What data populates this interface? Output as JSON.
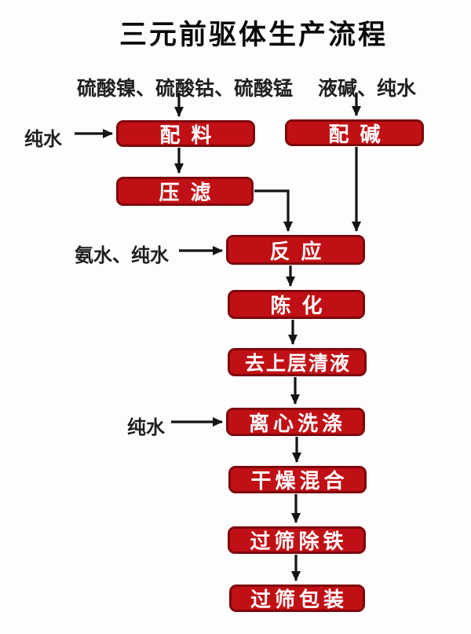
{
  "title": "三元前驱体生产流程",
  "colors": {
    "background": "#FDFDFD",
    "box_fill": "#C11015",
    "box_border": "#7E080C",
    "box_text": "#FFFFFF",
    "line": "#141414",
    "label_text": "#1F1F1F",
    "title_text": "#0A0A0A"
  },
  "inputs": {
    "sulfates": "硫酸镍、硫酸钴、硫酸锰",
    "alkali_water": "液碱、纯水",
    "pure_water_batching": "纯水",
    "ammonia_pure_water": "氨水、纯水",
    "pure_water_washing": "纯水"
  },
  "steps": [
    {
      "id": "batching",
      "label": "配料"
    },
    {
      "id": "alkali-prep",
      "label": "配碱"
    },
    {
      "id": "press-filter",
      "label": "压滤"
    },
    {
      "id": "reaction",
      "label": "反应"
    },
    {
      "id": "aging",
      "label": "陈化"
    },
    {
      "id": "remove-supernatant",
      "label": "去上层清液"
    },
    {
      "id": "centrifugal-washing",
      "label": "离心洗涤"
    },
    {
      "id": "drying-mixing",
      "label": "干燥混合"
    },
    {
      "id": "sieving-iron-removal",
      "label": "过筛除铁"
    },
    {
      "id": "sieving-packaging",
      "label": "过筛包装"
    }
  ],
  "edges": [
    {
      "from": "硫酸镍、硫酸钴、硫酸锰",
      "to": "配料"
    },
    {
      "from": "纯水",
      "to": "配料"
    },
    {
      "from": "液碱、纯水",
      "to": "配碱"
    },
    {
      "from": "配料",
      "to": "压滤"
    },
    {
      "from": "压滤",
      "to": "反应"
    },
    {
      "from": "配碱",
      "to": "反应"
    },
    {
      "from": "氨水、纯水",
      "to": "反应"
    },
    {
      "from": "反应",
      "to": "陈化"
    },
    {
      "from": "陈化",
      "to": "去上层清液"
    },
    {
      "from": "去上层清液",
      "to": "离心洗涤"
    },
    {
      "from": "纯水",
      "to": "离心洗涤"
    },
    {
      "from": "离心洗涤",
      "to": "干燥混合"
    },
    {
      "from": "干燥混合",
      "to": "过筛除铁"
    },
    {
      "from": "过筛除铁",
      "to": "过筛包装"
    }
  ]
}
